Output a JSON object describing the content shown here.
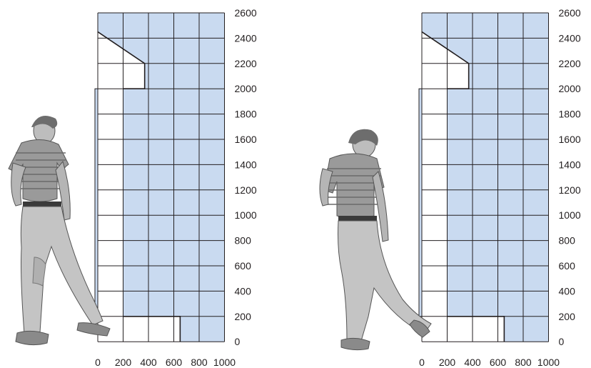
{
  "panels": [
    {
      "name": "left-panel",
      "x_ticks": [
        "0",
        "200",
        "400",
        "600",
        "800",
        "1000"
      ],
      "y_ticks": [
        "0",
        "200",
        "400",
        "600",
        "800",
        "1000",
        "1200",
        "1400",
        "1600",
        "1800",
        "2000",
        "2200",
        "2400",
        "2600"
      ],
      "person": "person-looking-down-with-foot-forward"
    },
    {
      "name": "right-panel",
      "x_ticks": [
        "0",
        "200",
        "400",
        "600",
        "800",
        "1000"
      ],
      "y_ticks": [
        "0",
        "200",
        "400",
        "600",
        "800",
        "1000",
        "1200",
        "1400",
        "1600",
        "1800",
        "2000",
        "2200",
        "2400",
        "2600"
      ],
      "person": "person-looking-down-with-leg-extended"
    }
  ],
  "colors": {
    "fill": "#c9daf0",
    "grid": "#231f20",
    "figure": "#8f8f8f"
  }
}
